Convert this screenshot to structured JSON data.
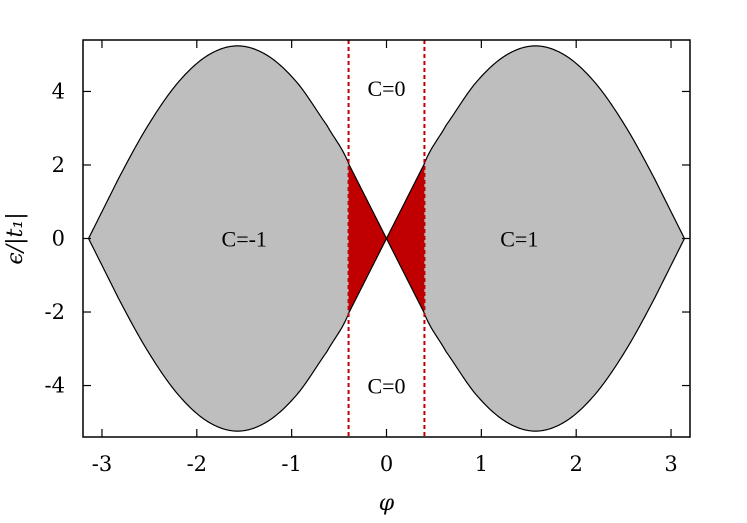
{
  "chart_data": {
    "type": "area",
    "title": "",
    "xlabel": "φ",
    "ylabel": "ϵ/|t₁|",
    "xlim": [
      -3.2,
      3.2
    ],
    "ylim": [
      -5.4,
      5.4
    ],
    "xticks": [
      -3,
      -2,
      -1,
      0,
      1,
      2,
      3
    ],
    "yticks": [
      -4,
      -2,
      0,
      2,
      4
    ],
    "grid": false,
    "legend": "none",
    "band_envelope": {
      "description": "upper boundary +max, lower boundary -max; shaded between",
      "x": [
        -3.1416,
        -2.8274,
        -2.5133,
        -2.1991,
        -1.885,
        -1.5708,
        -1.2566,
        -0.9425,
        -0.6283,
        -0.3927,
        0,
        0.3927,
        0.6283,
        0.9425,
        1.2566,
        1.5708,
        1.885,
        2.1991,
        2.5133,
        2.8274,
        3.1416
      ],
      "y_upper": [
        0,
        1.62,
        3.08,
        4.24,
        4.98,
        5.24,
        4.98,
        4.24,
        3.08,
        2.0,
        0,
        2.0,
        3.08,
        4.24,
        4.98,
        5.24,
        4.98,
        4.24,
        3.08,
        1.62,
        0
      ]
    },
    "dashed_lines_x": [
      -0.4,
      0.4
    ],
    "regions": [
      {
        "label": "C=-1",
        "x_range": [
          -3.1416,
          -0.4
        ],
        "color": "#bebebe",
        "label_x": -1.5,
        "label_y": 0
      },
      {
        "label": "",
        "x_range": [
          -0.4,
          0.4
        ],
        "color": "#c00000",
        "label_x": 0,
        "label_y": 0
      },
      {
        "label": "C=1",
        "x_range": [
          0.4,
          3.1416
        ],
        "color": "#bebebe",
        "label_x": 1.4,
        "label_y": 0
      }
    ],
    "annotations": [
      {
        "text": "C=0",
        "x": 0,
        "y": 4.1
      },
      {
        "text": "C=0",
        "x": 0,
        "y": -4.0
      }
    ],
    "colors": {
      "band": "#bebebe",
      "gap_band": "#c00000",
      "dashed": "#c00000",
      "outline": "#000000"
    }
  }
}
